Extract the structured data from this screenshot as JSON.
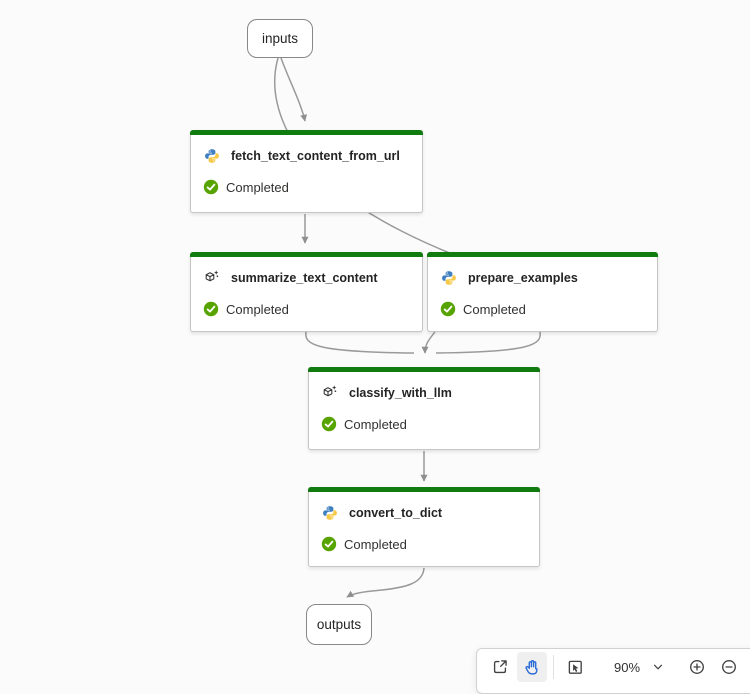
{
  "app": {
    "view": "flow-graph-canvas"
  },
  "nodes": [
    {
      "id": "inputs",
      "kind": "terminal",
      "label": "inputs"
    },
    {
      "id": "fetch_text_content_from_url",
      "kind": "python",
      "icon": "python-icon",
      "label": "fetch_text_content_from_url",
      "status": "Completed"
    },
    {
      "id": "summarize_text_content",
      "kind": "llm",
      "icon": "llm-sparkle-icon",
      "label": "summarize_text_content",
      "status": "Completed"
    },
    {
      "id": "prepare_examples",
      "kind": "python",
      "icon": "python-icon",
      "label": "prepare_examples",
      "status": "Completed"
    },
    {
      "id": "classify_with_llm",
      "kind": "llm",
      "icon": "llm-sparkle-icon",
      "label": "classify_with_llm",
      "status": "Completed"
    },
    {
      "id": "convert_to_dict",
      "kind": "python",
      "icon": "python-icon",
      "label": "convert_to_dict",
      "status": "Completed"
    },
    {
      "id": "outputs",
      "kind": "terminal",
      "label": "outputs"
    }
  ],
  "edges": [
    {
      "from": "inputs",
      "to": "fetch_text_content_from_url"
    },
    {
      "from": "inputs",
      "to": "classify_with_llm"
    },
    {
      "from": "fetch_text_content_from_url",
      "to": "summarize_text_content"
    },
    {
      "from": "summarize_text_content",
      "to": "classify_with_llm"
    },
    {
      "from": "prepare_examples",
      "to": "classify_with_llm"
    },
    {
      "from": "classify_with_llm",
      "to": "convert_to_dict"
    },
    {
      "from": "convert_to_dict",
      "to": "outputs"
    }
  ],
  "toolbar": {
    "zoom_level": "90%",
    "icons": [
      "fit-to-screen",
      "pan-tool",
      "select-tool",
      "zoom-level-dropdown",
      "zoom-in",
      "zoom-out"
    ]
  },
  "colors": {
    "node_status_bar_green": "#107C10",
    "completed_check_green": "#57a300",
    "edge_gray": "#9a9a9a",
    "pan_tool_blue": "#2b6bd8",
    "canvas_background": "#fbfbfb"
  }
}
